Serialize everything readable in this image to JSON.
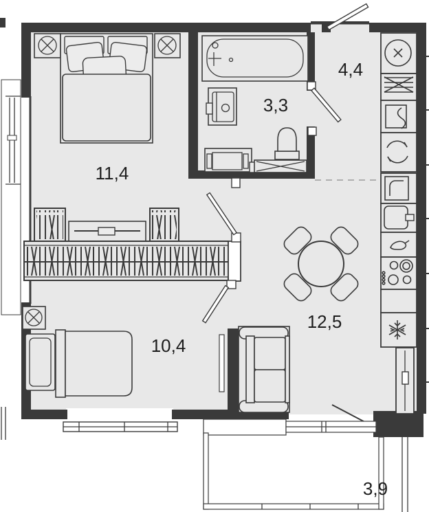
{
  "floorplan": {
    "type": "apartment-floor-plan",
    "rooms": {
      "bedroom": {
        "name": "bedroom",
        "area": "11,4"
      },
      "bathroom": {
        "name": "bathroom",
        "area": "3,3"
      },
      "hallway": {
        "name": "hallway",
        "area": "4,4"
      },
      "bedroom2": {
        "name": "second room",
        "area": "10,4"
      },
      "living_kitchen": {
        "name": "living-kitchen",
        "area": "12,5"
      },
      "balcony": {
        "name": "balcony",
        "area": "3,9"
      }
    },
    "colors": {
      "floor": "#e8e8e8",
      "wall": "#3a3a3a",
      "balcony": "#ffffff",
      "dash": "#9a9a9a",
      "line": "#3a3a3a"
    }
  }
}
